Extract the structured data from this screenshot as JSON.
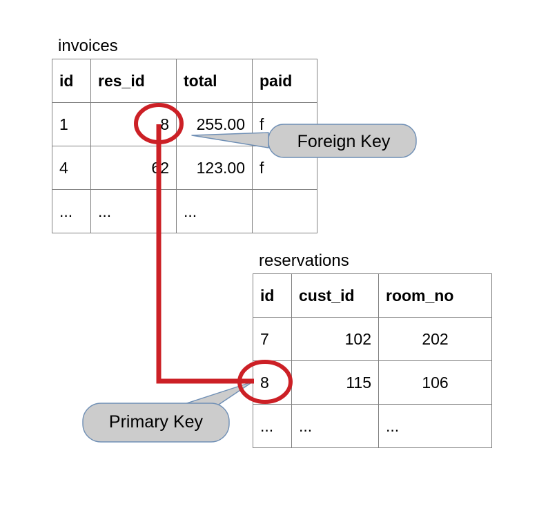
{
  "diagram": {
    "kind": "database-foreign-key-relationship",
    "colors": {
      "connector_red": "#cc2026",
      "callout_fill": "#cccccc",
      "callout_stroke": "#6f8fb5",
      "table_border": "#808080",
      "text": "#000000",
      "background": "#ffffff"
    }
  },
  "invoices": {
    "title": "invoices",
    "columns": [
      "id",
      "res_id",
      "total",
      "paid"
    ],
    "rows": [
      {
        "id": "1",
        "res_id": "8",
        "total": "255.00",
        "paid": "f"
      },
      {
        "id": "4",
        "res_id": "62",
        "total": "123.00",
        "paid": "f"
      },
      {
        "id": "...",
        "res_id": "...",
        "total": "...",
        "paid": ""
      }
    ],
    "highlighted_cell": {
      "row": 0,
      "column": "res_id",
      "value": "8"
    }
  },
  "reservations": {
    "title": "reservations",
    "columns": [
      "id",
      "cust_id",
      "room_no"
    ],
    "rows": [
      {
        "id": "7",
        "cust_id": "102",
        "room_no": "202"
      },
      {
        "id": "8",
        "cust_id": "115",
        "room_no": "106"
      },
      {
        "id": "...",
        "cust_id": "...",
        "room_no": "..."
      }
    ],
    "highlighted_cell": {
      "row": 1,
      "column": "id",
      "value": "8"
    }
  },
  "callouts": {
    "foreign_key": {
      "label": "Foreign Key",
      "points_at": "invoices.res_id = 8"
    },
    "primary_key": {
      "label": "Primary Key",
      "points_at": "reservations.id = 8"
    }
  },
  "connector": {
    "from": "invoices.res_id = 8",
    "to": "reservations.id = 8"
  }
}
